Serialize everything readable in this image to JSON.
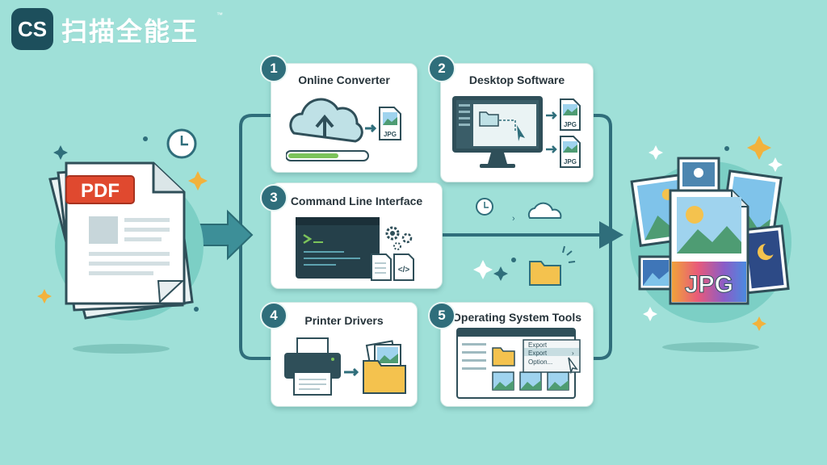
{
  "logo": {
    "badge": "CS",
    "name": "扫描全能王",
    "tm": "™"
  },
  "source": {
    "label": "PDF"
  },
  "target": {
    "label": "JPG"
  },
  "methods": [
    {
      "number": "1",
      "title": "Online Converter",
      "icon_label": "JPG"
    },
    {
      "number": "2",
      "title": "Desktop Software",
      "icon_label": "JPG"
    },
    {
      "number": "3",
      "title": "Command Line Interface"
    },
    {
      "number": "4",
      "title": "Printer Drivers"
    },
    {
      "number": "5",
      "title": "Operating System Tools"
    }
  ],
  "os_menu": [
    "Export",
    "Export",
    "Option..."
  ],
  "colors": {
    "background": "#9fe0d8",
    "accent": "#2f6e7b",
    "pdf_red": "#e0492f",
    "folder": "#f4c24e"
  }
}
